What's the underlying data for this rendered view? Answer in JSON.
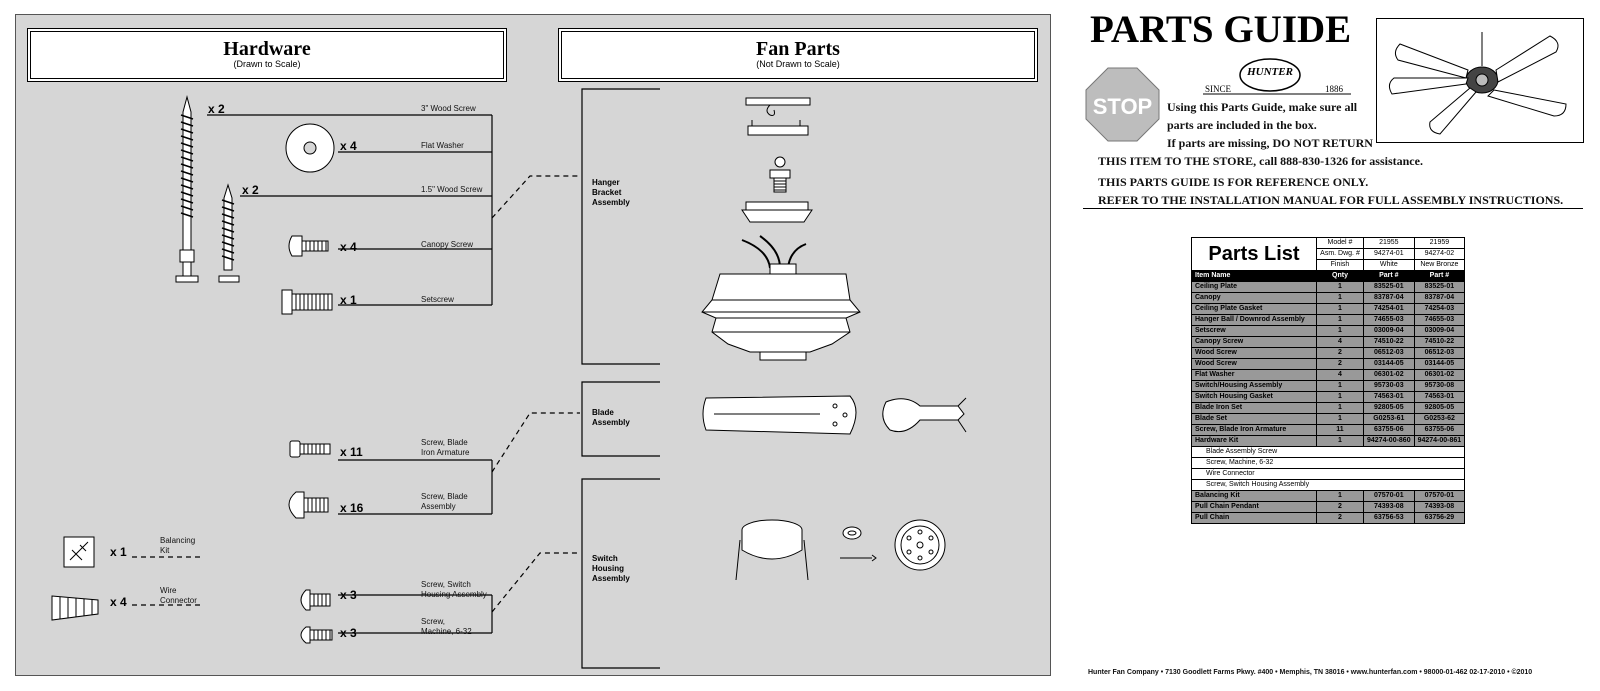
{
  "hardware": {
    "title": "Hardware",
    "subtitle": "(Drawn to Scale)"
  },
  "fanparts": {
    "title": "Fan Parts",
    "subtitle": "(Not Drawn to Scale)"
  },
  "hw_items": [
    {
      "qty": "x 2",
      "label": "3\" Wood Screw"
    },
    {
      "qty": "x 4",
      "label": "Flat Washer"
    },
    {
      "qty": "x 2",
      "label": "1.5\" Wood Screw"
    },
    {
      "qty": "x 4",
      "label": "Canopy Screw"
    },
    {
      "qty": "x 1",
      "label": "Setscrew"
    },
    {
      "qty": "x 11",
      "label": "Screw, Blade",
      "label2": "Iron Armature"
    },
    {
      "qty": "x 16",
      "label": "Screw, Blade",
      "label2": "Assembly"
    },
    {
      "qty": "x 1",
      "label": "Balancing",
      "label2": "Kit"
    },
    {
      "qty": "x 4",
      "label": "Wire",
      "label2": "Connector"
    },
    {
      "qty": "x 3",
      "label": "Screw, Switch",
      "label2": "Housing Assembly"
    },
    {
      "qty": "x 3",
      "label": "Screw,",
      "label2": "Machine, 6-32"
    }
  ],
  "assemblies": [
    {
      "l1": "Hanger",
      "l2": "Bracket",
      "l3": "Assembly"
    },
    {
      "l1": "Blade",
      "l2": "Assembly"
    },
    {
      "l1": "Switch",
      "l2": "Housing",
      "l3": "Assembly"
    }
  ],
  "guide": {
    "title": "PARTS GUIDE",
    "since": "SINCE",
    "year": "1886",
    "brand": "HUNTER",
    "stop": "STOP",
    "line1": "Using this Parts Guide, make sure all",
    "line2": "parts are included in the box.",
    "line3": "If parts are missing, DO NOT RETURN",
    "line4": "THIS ITEM TO THE STORE, call 888-830-1326 for assistance.",
    "line5": "THIS PARTS GUIDE IS FOR REFERENCE ONLY.",
    "line6": "REFER TO THE INSTALLATION MANUAL FOR FULL ASSEMBLY INSTRUCTIONS."
  },
  "parts_list": {
    "title": "Parts List",
    "meta": [
      {
        "k": "Model #",
        "a": "21955",
        "b": "21959"
      },
      {
        "k": "Asm. Dwg. #",
        "a": "94274-01",
        "b": "94274-02"
      },
      {
        "k": "Finish",
        "a": "White",
        "b": "New Bronze"
      }
    ],
    "header": {
      "name": "Item Name",
      "qty": "Qnty",
      "a": "Part #",
      "b": "Part #"
    },
    "rows": [
      {
        "name": "Ceiling Plate",
        "qty": "1",
        "a": "83525-01",
        "b": "83525-01"
      },
      {
        "name": "Canopy",
        "qty": "1",
        "a": "83787-04",
        "b": "83787-04"
      },
      {
        "name": "Ceiling Plate Gasket",
        "qty": "1",
        "a": "74254-01",
        "b": "74254-03"
      },
      {
        "name": "Hanger Ball / Downrod Assembly",
        "qty": "1",
        "a": "74655-03",
        "b": "74655-03"
      },
      {
        "name": "Setscrew",
        "qty": "1",
        "a": "03009-04",
        "b": "03009-04"
      },
      {
        "name": "Canopy Screw",
        "qty": "4",
        "a": "74510-22",
        "b": "74510-22"
      },
      {
        "name": "Wood Screw",
        "qty": "2",
        "a": "06512-03",
        "b": "06512-03"
      },
      {
        "name": "Wood Screw",
        "qty": "2",
        "a": "03144-05",
        "b": "03144-05"
      },
      {
        "name": "Flat Washer",
        "qty": "4",
        "a": "06301-02",
        "b": "06301-02"
      },
      {
        "name": "Switch/Housing Assembly",
        "qty": "1",
        "a": "95730-03",
        "b": "95730-08"
      },
      {
        "name": "Switch Housing Gasket",
        "qty": "1",
        "a": "74563-01",
        "b": "74563-01"
      },
      {
        "name": "Blade Iron Set",
        "qty": "1",
        "a": "92805-05",
        "b": "92805-05"
      },
      {
        "name": "Blade Set",
        "qty": "1",
        "a": "G0253-61",
        "b": "G0253-62"
      },
      {
        "name": "Screw, Blade Iron Armature",
        "qty": "11",
        "a": "63755-06",
        "b": "63755-06"
      },
      {
        "name": "Hardware Kit",
        "qty": "1",
        "a": "94274-00-860",
        "b": "94274-00-861"
      }
    ],
    "sub": [
      "Blade Assembly Screw",
      "Screw, Machine, 6-32",
      "Wire Connector",
      "Screw, Switch Housing Assembly"
    ],
    "rows2": [
      {
        "name": "Balancing Kit",
        "qty": "1",
        "a": "07570-01",
        "b": "07570-01"
      },
      {
        "name": "Pull Chain Pendant",
        "qty": "2",
        "a": "74393-08",
        "b": "74393-08"
      },
      {
        "name": "Pull Chain",
        "qty": "2",
        "a": "63756-53",
        "b": "63756-29"
      }
    ]
  },
  "footer": "Hunter Fan Company  •  7130 Goodlett Farms Pkwy. #400  •  Memphis, TN 38016  •  www.hunterfan.com  •  98000-01-462  02-17-2010  •  ©2010"
}
